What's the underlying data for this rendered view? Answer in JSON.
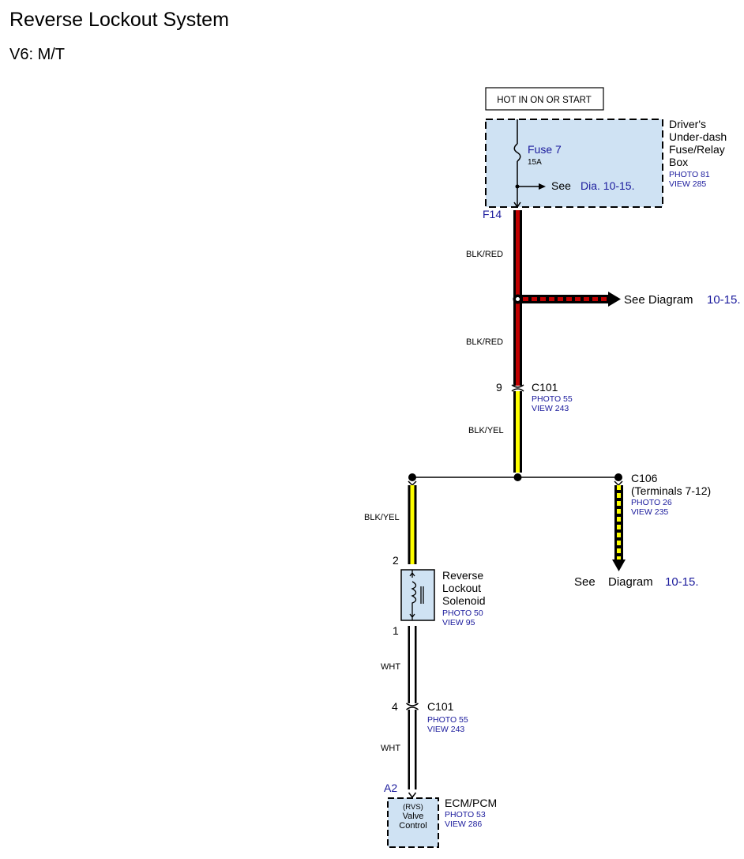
{
  "title": "Reverse Lockout System",
  "subtitle": "V6: M/T",
  "colors": {
    "box_fill": "#cfe2f3",
    "ref_blue": "#1a1a9c",
    "wire_black": "#000000",
    "wire_red": "#c00000",
    "wire_yellow": "#ffff00"
  },
  "power_label": "HOT IN ON OR START",
  "fuse_box": {
    "name_lines": [
      "Driver's",
      "Under-dash",
      "Fuse/Relay",
      "Box"
    ],
    "photo": "PHOTO 81",
    "view": "VIEW 285",
    "fuse_name": "Fuse 7",
    "fuse_rating": "15A",
    "see_prefix": "See",
    "see_dia": "Dia. 10-15.",
    "terminal": "F14"
  },
  "wires": {
    "blk_red_upper": "BLK/RED",
    "blk_red_lower": "BLK/RED",
    "blk_yel_upper": "BLK/YEL",
    "blk_yel_left": "BLK/YEL",
    "wht_upper": "WHT",
    "wht_lower": "WHT"
  },
  "splice_ref": {
    "see": "See Diagram",
    "num": "10-15."
  },
  "c101_upper": {
    "pin": "9",
    "name": "C101",
    "photo": "PHOTO 55",
    "view": "VIEW 243"
  },
  "c106": {
    "name": "C106",
    "terminals": "(Terminals 7-12)",
    "photo": "PHOTO 26",
    "view": "VIEW 235",
    "see": "See",
    "diagram": "Diagram",
    "num": "10-15."
  },
  "solenoid": {
    "pin_top": "2",
    "pin_bottom": "1",
    "name_lines": [
      "Reverse",
      "Lockout",
      "Solenoid"
    ],
    "photo": "PHOTO 50",
    "view": "VIEW 95"
  },
  "c101_lower": {
    "pin": "4",
    "name": "C101",
    "photo": "PHOTO 55",
    "view": "VIEW 243"
  },
  "ecm": {
    "terminal": "A2",
    "inner_lines": [
      "(RVS)",
      "Valve",
      "Control"
    ],
    "name": "ECM/PCM",
    "photo": "PHOTO 53",
    "view": "VIEW 286"
  }
}
